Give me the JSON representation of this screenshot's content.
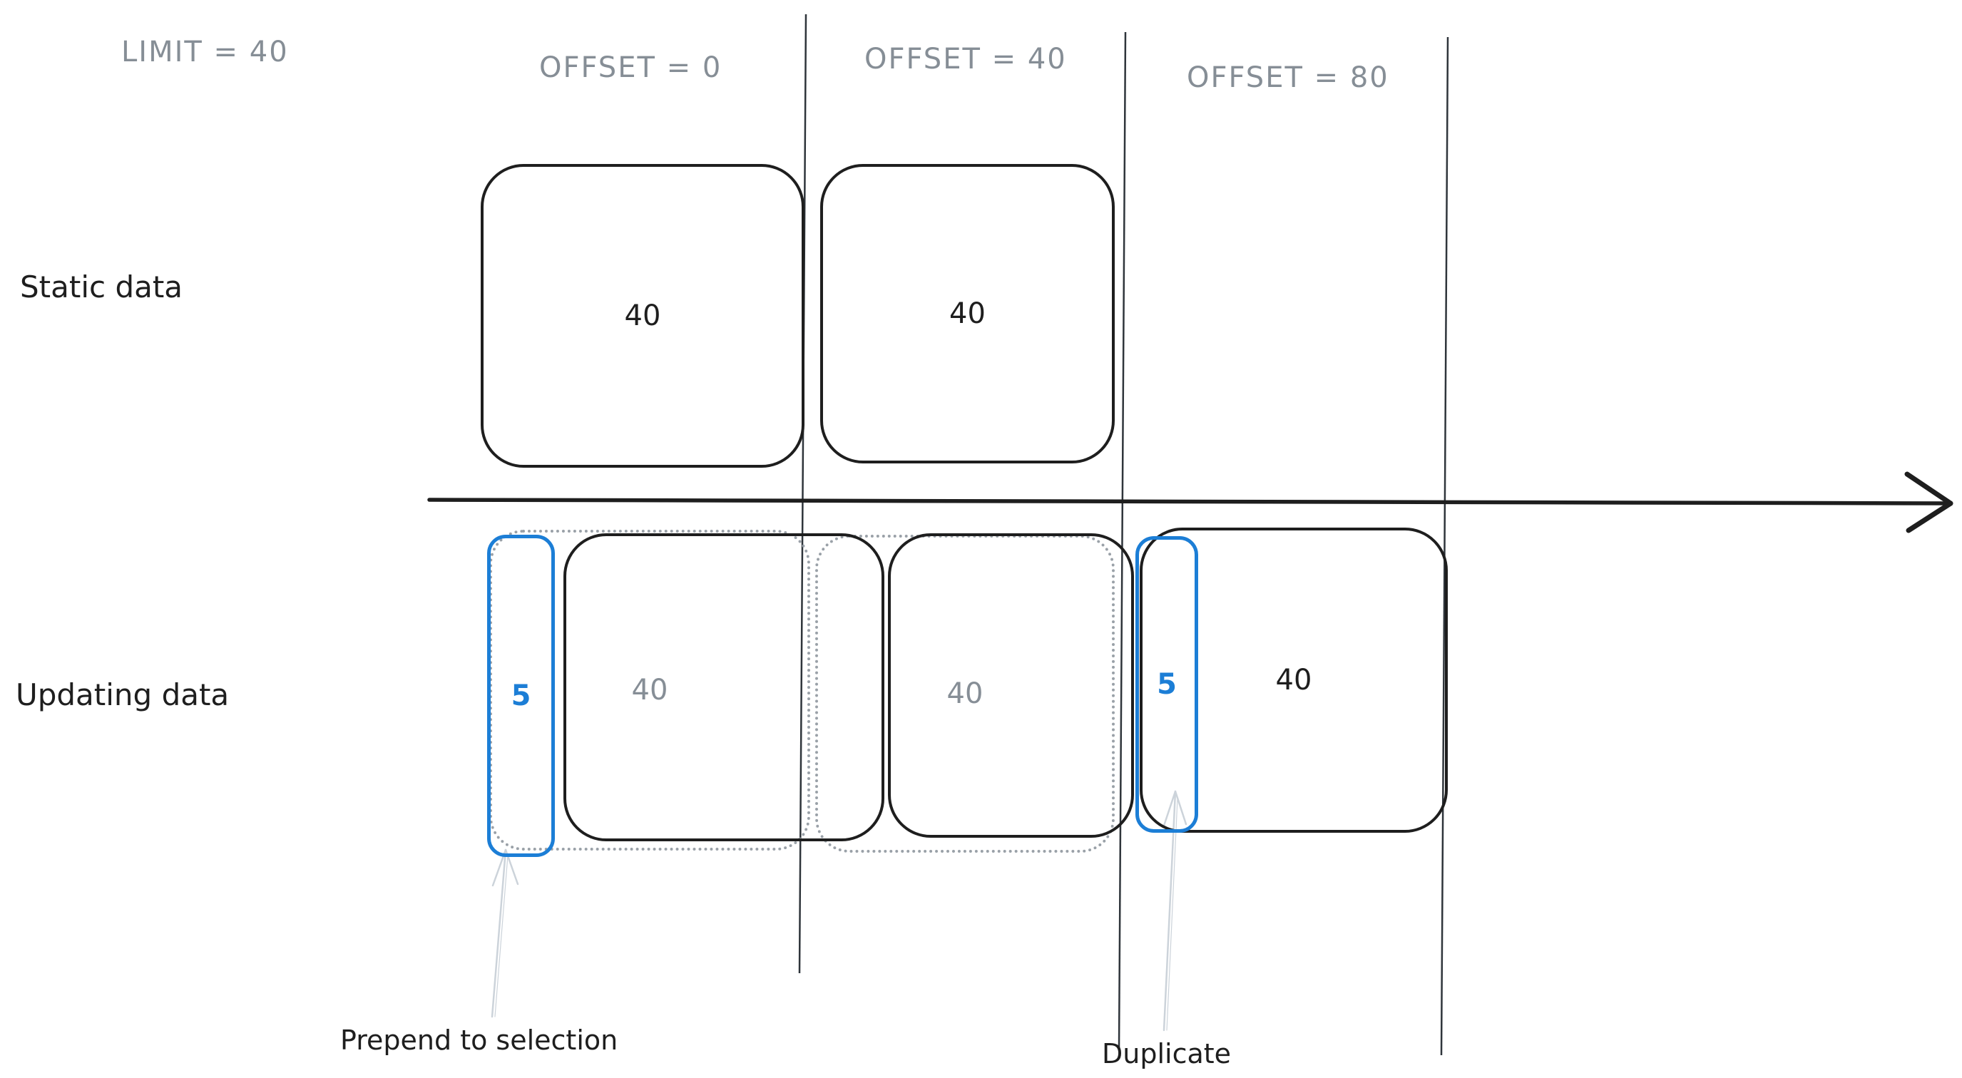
{
  "headers": {
    "limit": "LIMIT = 40",
    "offsets": [
      {
        "label": "OFFSET = 0"
      },
      {
        "label": "OFFSET = 40"
      },
      {
        "label": "OFFSET = 80"
      }
    ]
  },
  "rows": {
    "static": {
      "label": "Static data",
      "pages": [
        {
          "value": "40"
        },
        {
          "value": "40"
        }
      ]
    },
    "updating": {
      "label": "Updating data",
      "ghost_pages": [
        {
          "value": "40"
        },
        {
          "value": "40"
        }
      ],
      "new_page": {
        "value": "40"
      },
      "highlights": [
        {
          "value": "5",
          "meaning": "Prepend to selection"
        },
        {
          "value": "5",
          "meaning": "Duplicate"
        }
      ]
    }
  },
  "annotations": {
    "prepend": "Prepend to selection",
    "duplicate": "Duplicate"
  },
  "colors": {
    "ink": "#1e1e1e",
    "muted_text": "#868e96",
    "ghost_stroke": "#9aa1a8",
    "accent_blue": "#1c7ed6",
    "annotation_arrow": "#ccd3da",
    "divider_line": "#2f353b",
    "background": "#ffffff"
  }
}
